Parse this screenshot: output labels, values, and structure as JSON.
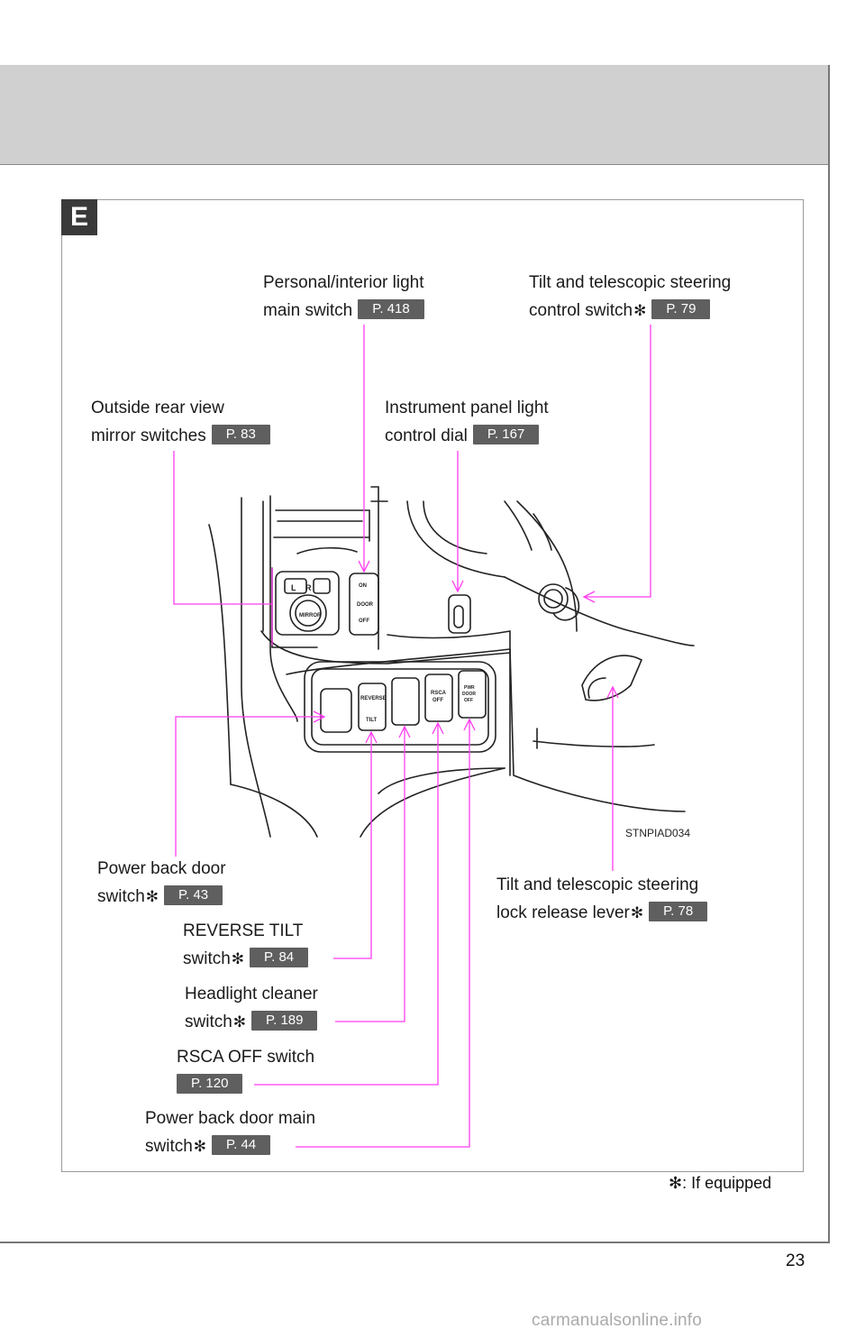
{
  "section": {
    "badge": "E"
  },
  "labels": {
    "personal_light": {
      "line1": "Personal/interior light",
      "line2": "main switch",
      "ref": "P. 418"
    },
    "tilt_control": {
      "line1": "Tilt and telescopic steering",
      "line2": "control switch",
      "ref": "P. 79"
    },
    "mirror": {
      "line1": "Outside rear view",
      "line2": "mirror switches",
      "ref": "P. 83"
    },
    "instrument_dial": {
      "line1": "Instrument panel light",
      "line2": "control dial",
      "ref": "P. 167"
    },
    "power_back_door": {
      "line1": "Power back door",
      "line2": "switch",
      "ref": "P. 43"
    },
    "tilt_lock": {
      "line1": "Tilt and telescopic steering",
      "line2": "lock release lever",
      "ref": "P. 78"
    },
    "reverse_tilt": {
      "line1": "REVERSE TILT",
      "line2": "switch",
      "ref": "P. 84"
    },
    "headlight_cleaner": {
      "line1": "Headlight cleaner",
      "line2": "switch",
      "ref": "P. 189"
    },
    "rsca": {
      "line1": "RSCA OFF switch",
      "ref": "P. 120"
    },
    "power_back_door_main": {
      "line1": "Power back door main",
      "line2": "switch",
      "ref": "P. 44"
    }
  },
  "symbols": {
    "star": "✻"
  },
  "illustration": {
    "image_code": "STNPIAD034",
    "mirror_l": "L",
    "mirror_r": "R",
    "mirror_text": "MIRROR",
    "door_on": "ON",
    "door_label": "DOOR",
    "door_off": "OFF",
    "reverse_text": "REVERSE",
    "tilt_text": "TILT",
    "rsca_l1": "RSCA",
    "rsca_l2": "OFF",
    "pwr_l1": "PWR",
    "pwr_l2": "DOOR",
    "pwr_l3": "OFF"
  },
  "footnote": {
    "star": "✻",
    "text": ": If equipped"
  },
  "page_number": "23",
  "watermark": "carmanualsonline.info",
  "colors": {
    "leader": "#ff3cf0",
    "badge": "#3a3a3a",
    "ref_tag": "#5f5f5f",
    "header_band": "#d0d0d0"
  }
}
